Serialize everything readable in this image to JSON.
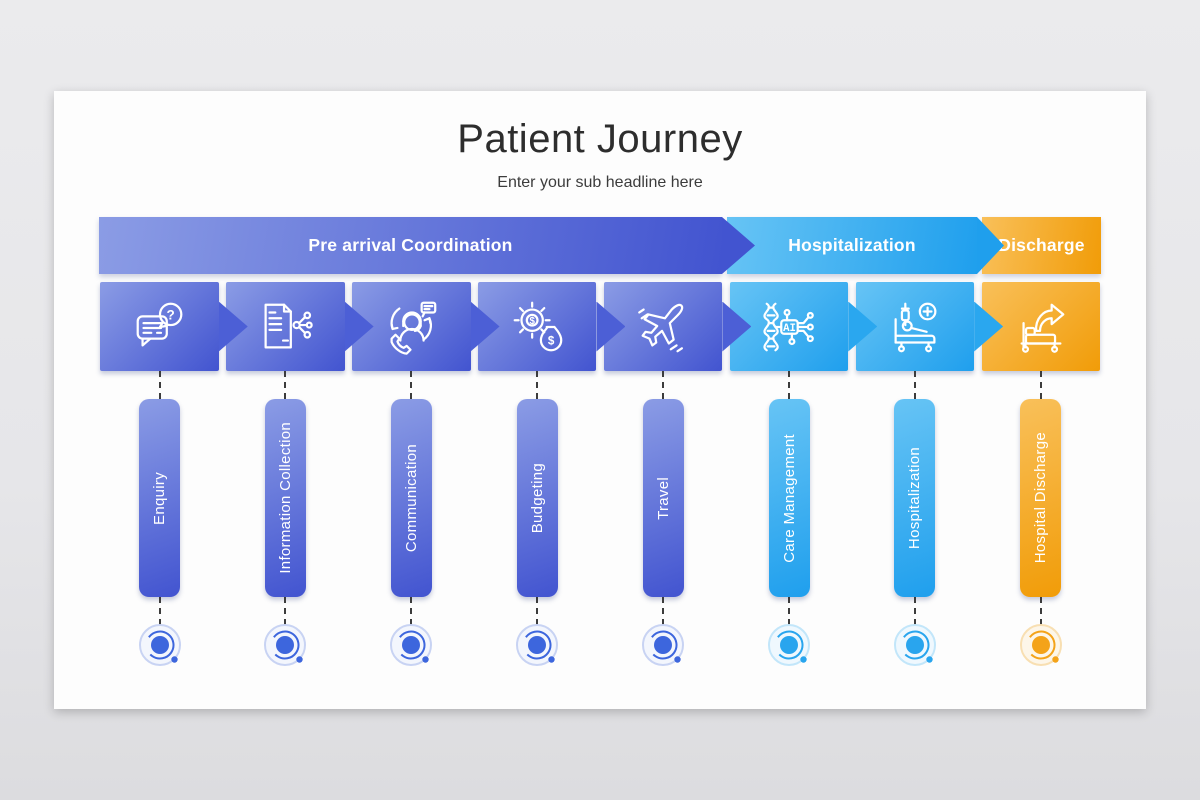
{
  "slide": {
    "title": "Patient Journey",
    "subtitle": "Enter your sub headline here"
  },
  "phases": [
    {
      "label": "Pre arrival Coordination",
      "theme": "blue",
      "steps_span": 5
    },
    {
      "label": "Hospitalization",
      "theme": "cyan",
      "steps_span": 2
    },
    {
      "label": "Discharge",
      "theme": "orange",
      "steps_span": 1
    }
  ],
  "steps": [
    {
      "label": "Enquiry",
      "icon": "chat-question-icon",
      "theme": "blue"
    },
    {
      "label": "Information Collection",
      "icon": "document-share-icon",
      "theme": "blue"
    },
    {
      "label": "Communication",
      "icon": "support-agent-icon",
      "theme": "blue"
    },
    {
      "label": "Budgeting",
      "icon": "gear-money-icon",
      "theme": "blue"
    },
    {
      "label": "Travel",
      "icon": "airplane-icon",
      "theme": "blue"
    },
    {
      "label": "Care Management",
      "icon": "dna-ai-icon",
      "theme": "cyan"
    },
    {
      "label": "Hospitalization",
      "icon": "hospital-bed-icon",
      "theme": "cyan"
    },
    {
      "label": "Hospital Discharge",
      "icon": "bed-discharge-icon",
      "theme": "orange"
    }
  ],
  "themes": {
    "blue": {
      "grad_from": "#8b9ce5",
      "grad_to": "#4254d0",
      "arrow": "#4c5fd6",
      "ring_light": "#c8d3f3",
      "ring_bg": "#f3f6fd",
      "accent": "#3d66dd"
    },
    "cyan": {
      "grad_from": "#67c4f5",
      "grad_to": "#1f9fed",
      "arrow": "#2aa7ef",
      "ring_light": "#c2e6fa",
      "ring_bg": "#eff8fe",
      "accent": "#29a5ee"
    },
    "orange": {
      "grad_from": "#f9c05a",
      "grad_to": "#f19c08",
      "arrow": "#f5a81f",
      "ring_light": "#f8dfb2",
      "ring_bg": "#fdf6e9",
      "accent": "#f4a319"
    }
  }
}
